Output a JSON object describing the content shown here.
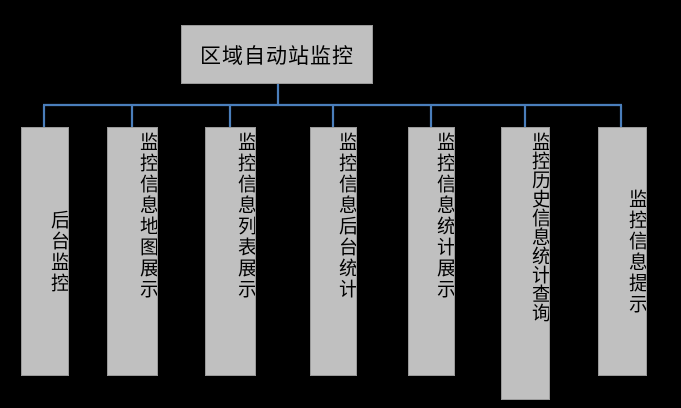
{
  "diagram": {
    "type": "organizational-tree",
    "title_node": {
      "label": "区域自动站监控",
      "orientation": "horizontal"
    },
    "background_color": "#000000",
    "node_fill_color": "#c0c0c0",
    "node_border_color": "#9a9a9a",
    "connector_color": "#4a7ebb",
    "text_color": "#000000",
    "children": [
      {
        "label": "后台监控",
        "orientation": "vertical"
      },
      {
        "label": "监控信息地图展示",
        "orientation": "vertical"
      },
      {
        "label": "监控信息列表展示",
        "orientation": "vertical"
      },
      {
        "label": "监控信息后台统计",
        "orientation": "vertical"
      },
      {
        "label": "监控信息统计展示",
        "orientation": "vertical"
      },
      {
        "label": "监控历史信息统计查询",
        "orientation": "vertical"
      },
      {
        "label": "监控信息提示",
        "orientation": "vertical"
      }
    ]
  }
}
